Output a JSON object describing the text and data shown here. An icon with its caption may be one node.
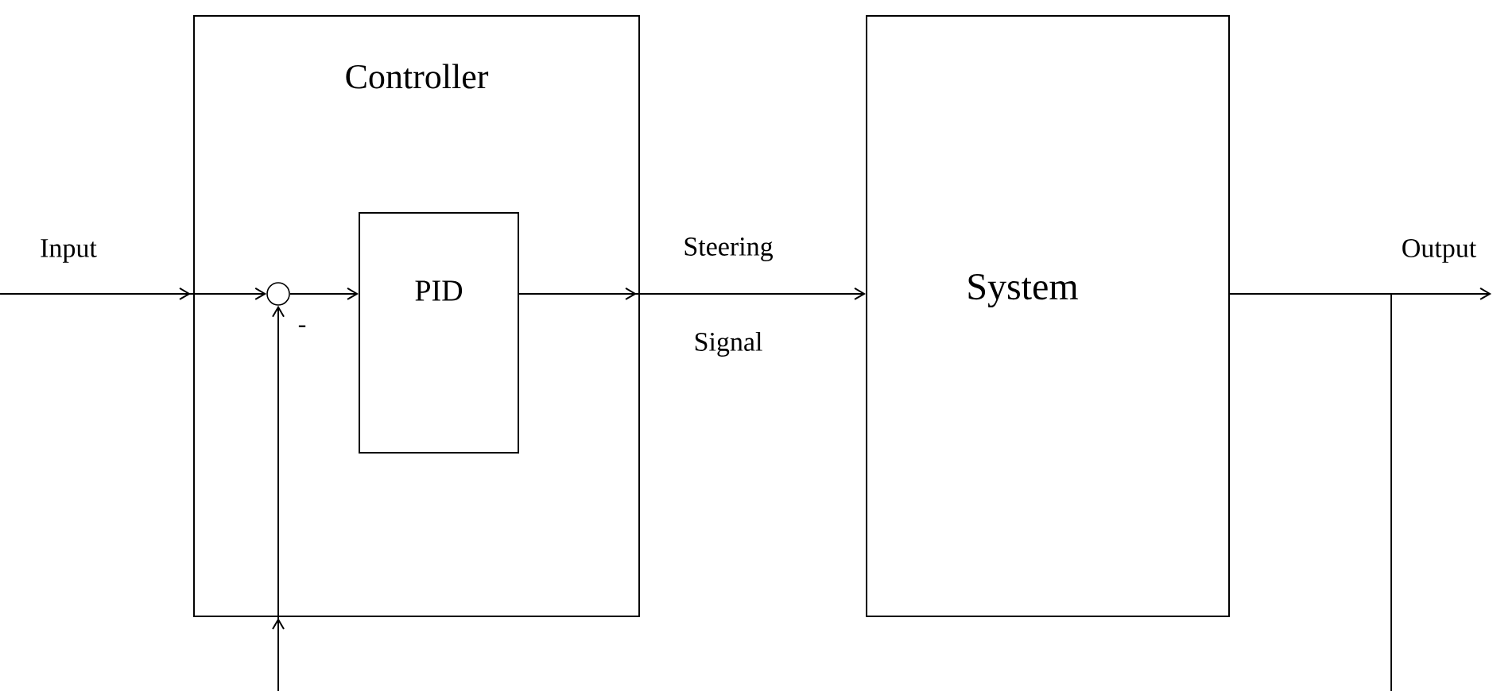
{
  "diagram": {
    "nodes": [
      {
        "text": [
          "Controller"
        ]
      },
      {
        "text": [],
        "shape": "circle",
        "in": 0,
        "beside": [
          "-"
        ]
      },
      {
        "text": [
          "PID"
        ],
        "in": 0
      },
      {
        "text": [
          "System"
        ]
      }
    ],
    "edges": [
      {
        "from": null,
        "to": 1,
        "arrow": "to",
        "label": "Input"
      },
      {
        "from": 1,
        "to": 2,
        "arrow": "to"
      },
      {
        "from": 2,
        "to": 3,
        "arrow": "to",
        "label": "Steering Signal"
      },
      {
        "from": 3,
        "to": null,
        "arrow": "to",
        "label": "Output"
      },
      {
        "from": null,
        "to": 1,
        "arrow": "to"
      }
    ]
  }
}
